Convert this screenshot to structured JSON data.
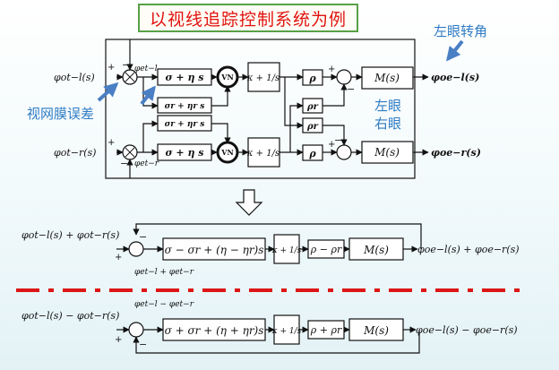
{
  "title": "以视线追踪控制系统为例",
  "callouts": {
    "left_eye_angle": "左眼转角",
    "retina_error": "视网膜误差",
    "left_eye": "左眼",
    "right_eye": "右眼"
  },
  "top_diagram": {
    "input_left": "φot−l(s)",
    "input_right": "φot−r(s)",
    "error_left": "φet−l",
    "error_right": "φet−r",
    "block_forward_left": "σ + η s",
    "block_cross_1": "σr + ηr s",
    "block_cross_2": "σr + ηr s",
    "block_forward_right": "σ + η s",
    "vn_label": "VN",
    "integrator": "κ + 1/s",
    "gain_rho": "ρ",
    "gain_rho_r": "ρr",
    "plant": "M(s)",
    "output_left": "φoe−l(s)",
    "output_right": "φoe−r(s)",
    "plus": "+",
    "minus": "−"
  },
  "sum_diagram": {
    "input": "φot−l(s) + φot−r(s)",
    "error": "φet−l + φet−r",
    "block": "σ − σr + (η − ηr)s",
    "integrator": "κ + 1/s",
    "gain": "ρ − ρr",
    "plant": "M(s)",
    "output": "φoe−l(s) + φoe−r(s)"
  },
  "diff_diagram": {
    "input": "φot−l(s) − φot−r(s)",
    "error": "φet−l − φet−r",
    "block": "σ + σr + (η + ηr)s",
    "integrator": "κ + 1/s",
    "gain": "ρ + ρr",
    "plant": "M(s)",
    "output": "φoe−l(s) − φoe−r(s)"
  },
  "colors": {
    "title_border": "#58a046",
    "title_text": "#e0120f",
    "callout_text": "#2f7cc4",
    "arrow_blue": "#4a7fc4",
    "separator_red": "#dd1515",
    "line": "#111111"
  }
}
